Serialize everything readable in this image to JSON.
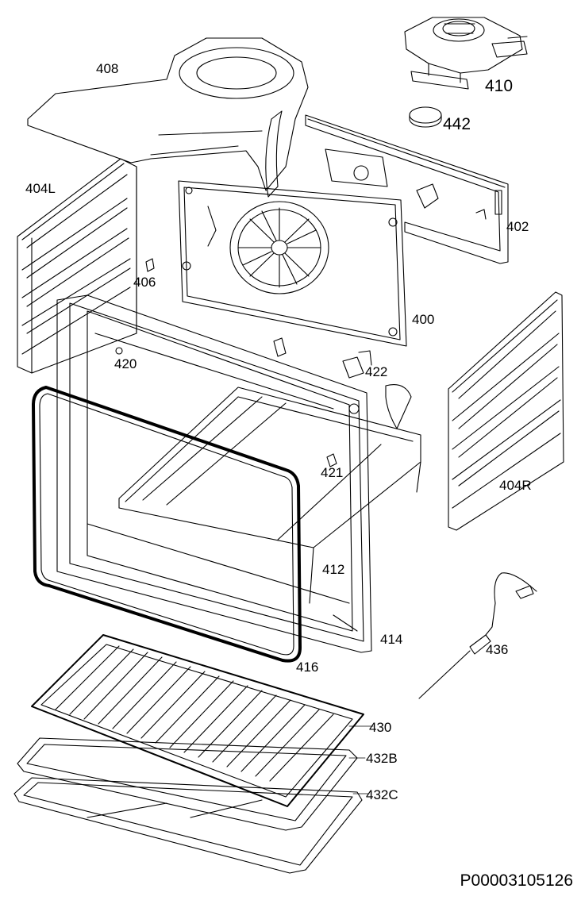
{
  "labels": {
    "p408": "408",
    "p410": "410",
    "p442": "442",
    "p402": "402",
    "p404L": "404L",
    "p406": "406",
    "p400": "400",
    "p420": "420",
    "p422": "422",
    "p421": "421",
    "p404R": "404R",
    "p412": "412",
    "p414": "414",
    "p416": "416",
    "p436": "436",
    "p430": "430",
    "p432B": "432B",
    "p432C": "432C"
  },
  "document_id": "P00003105126"
}
